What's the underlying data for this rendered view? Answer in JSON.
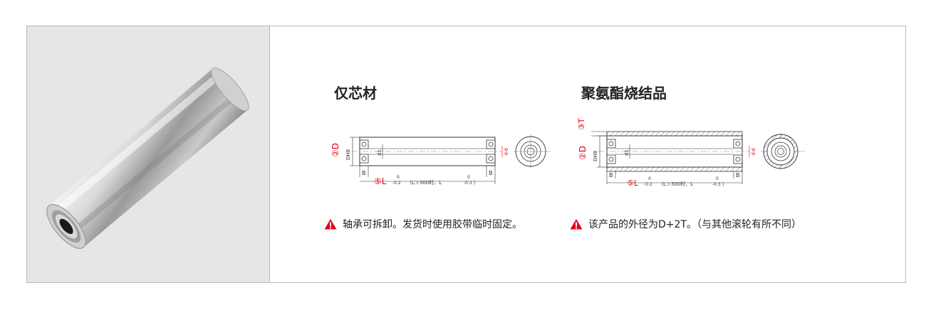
{
  "product_image": {
    "icon": "roller-photo"
  },
  "variants": [
    {
      "title": "仅芯材",
      "note": "轴承可拆卸。发货时使用胶带临时固定。",
      "drawing": {
        "label_D": "②D",
        "label_DH8": "DH8",
        "label_d1": "d1",
        "label_d": "④d",
        "label_B": "B",
        "label_L": "⑤L",
        "tol_L_upper": "0",
        "tol_L_lower": "-0.2",
        "long_note": "（L＞300时、L",
        "long_tol_upper": "0",
        "long_tol_lower": "-0.3",
        "long_close": "）"
      }
    },
    {
      "title": "聚氨酯烧结品",
      "note": "该产品的外径为D+2T。（与其他滚轮有所不同）",
      "drawing": {
        "label_T": "③T",
        "label_D": "②D",
        "label_DH8": "DH8",
        "label_d1": "d1",
        "label_d": "④d",
        "label_B": "B",
        "label_L": "⑤L",
        "tol_L_upper": "0",
        "tol_L_lower": "-0.2",
        "long_note": "（L＞300时、L",
        "long_tol_upper": "0",
        "long_tol_lower": "-0.3",
        "long_close": "）"
      }
    }
  ],
  "colors": {
    "accent_red": "#e60012",
    "line": "#333333",
    "frame": "#b9b9b9",
    "photo_bg": "#e6e6e6"
  }
}
